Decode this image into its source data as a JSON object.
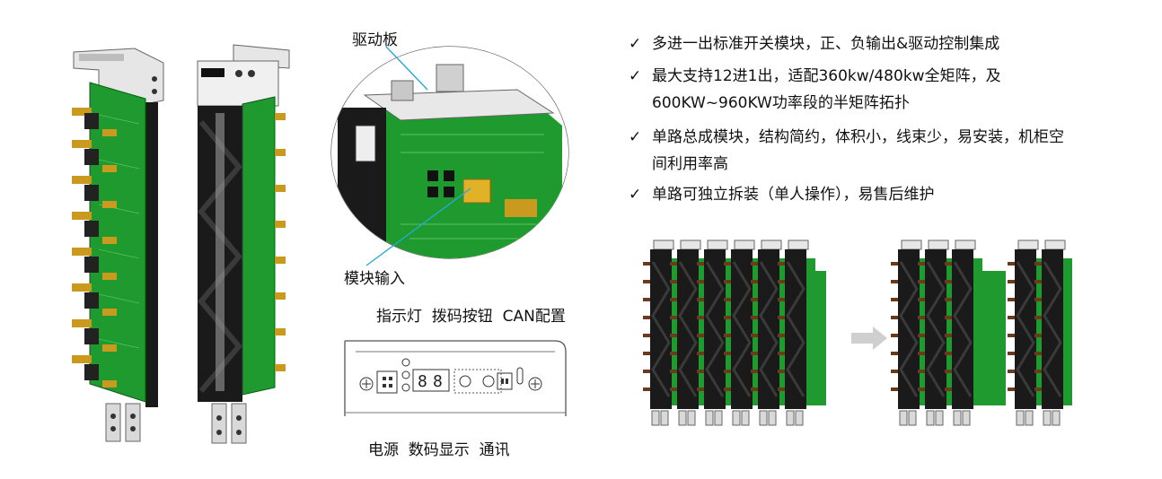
{
  "callouts": {
    "driver_board": "驱动板",
    "module_input": "模块输入"
  },
  "panel": {
    "top_labels": "指示灯  拨码按钮  CAN配置",
    "bottom_labels": "电源  数码显示  通讯"
  },
  "features": [
    {
      "lines": [
        "多进一出标准开关模块，正、负输出&驱动控制集成"
      ]
    },
    {
      "lines": [
        "最大支持12进1出，适配360kw/480kw全矩阵，及",
        "600KW~960KW功率段的半矩阵拓扑"
      ]
    },
    {
      "lines": [
        "单路总成模块，结构简约，体积小，线束少，易安装，机柜空",
        "间利用率高"
      ]
    },
    {
      "lines": [
        "单路可独立拆装（单人操作），易售后维护"
      ]
    }
  ],
  "icons": {
    "check": "checkmark-icon",
    "arrow": "arrow-right-icon"
  },
  "colors": {
    "pcb_green": "#1f9a2e",
    "frame_black": "#1a1a1a",
    "connector_gold": "#c99a1e",
    "callout_line": "#2aa7d6",
    "arrow_gray": "#cfcfcf"
  }
}
